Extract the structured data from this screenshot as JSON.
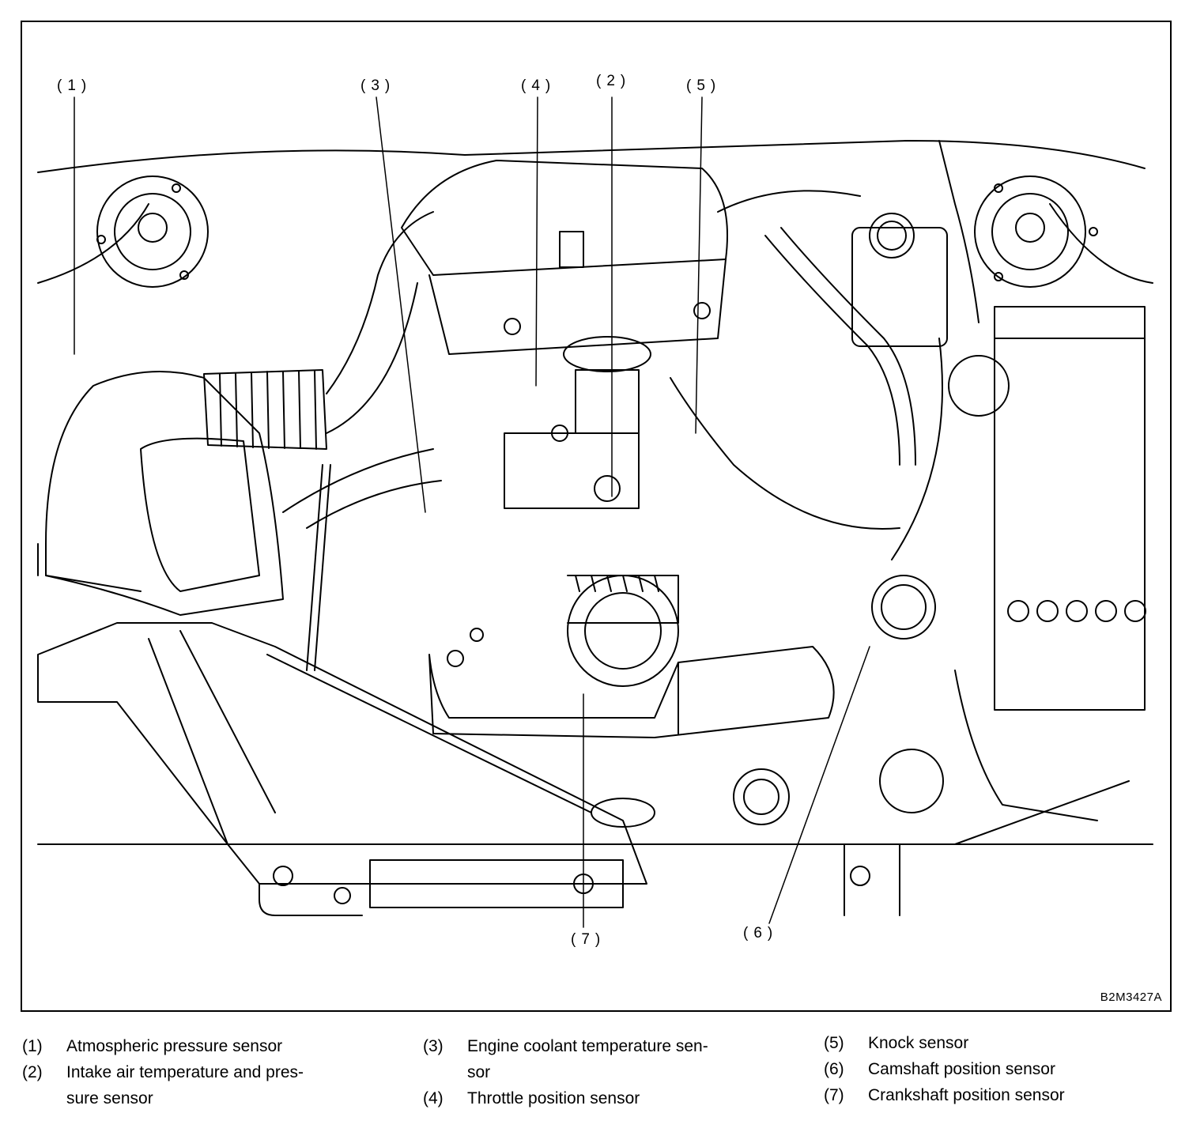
{
  "callouts": {
    "c1": "(1)",
    "c2": "(2)",
    "c3": "(3)",
    "c4": "(4)",
    "c5": "(5)",
    "c6": "(6)",
    "c7": "(7)"
  },
  "figure_code": "B2M3427A",
  "legend": [
    {
      "num": "(1)",
      "line1": "Atmospheric pressure sensor",
      "line2": ""
    },
    {
      "num": "(2)",
      "line1": "Intake air temperature and pres-",
      "line2": "sure sensor"
    },
    {
      "num": "(3)",
      "line1": "Engine coolant temperature sen-",
      "line2": "sor"
    },
    {
      "num": "(4)",
      "line1": "Throttle position sensor",
      "line2": ""
    },
    {
      "num": "(5)",
      "line1": "Knock sensor",
      "line2": ""
    },
    {
      "num": "(6)",
      "line1": "Camshaft position sensor",
      "line2": ""
    },
    {
      "num": "(7)",
      "line1": "Crankshaft position sensor",
      "line2": ""
    }
  ]
}
